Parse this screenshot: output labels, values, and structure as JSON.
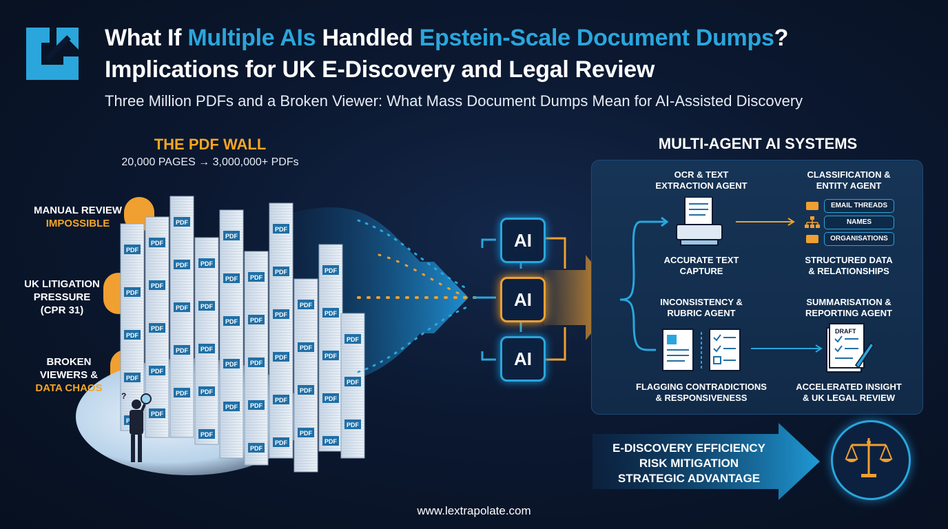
{
  "header": {
    "title_line1_a": "What If ",
    "title_line1_b": "Multiple AIs",
    "title_line1_c": " Handled ",
    "title_line1_d": "Epstein-Scale Document Dumps",
    "title_line1_e": "?",
    "title_line2": "Implications for UK E-Discovery and Legal Review",
    "subtitle": "Three Million PDFs and a Broken Viewer: What Mass Document Dumps Mean for AI-Assisted Discovery"
  },
  "pdf_wall": {
    "title": "THE PDF WALL",
    "subtitle": "20,000 PAGES → 3,000,000+ PDFs",
    "pdf_label": "PDF",
    "labels": [
      {
        "line1": "MANUAL REVIEW",
        "line2": "IMPOSSIBLE"
      },
      {
        "line1": "UK LITIGATION",
        "line2": "PRESSURE",
        "line3": "(CPR 31)"
      },
      {
        "line1": "BROKEN",
        "line2": "VIEWERS &",
        "line3": "DATA CHAOS"
      }
    ]
  },
  "ai_chips": [
    "AI",
    "AI",
    "AI"
  ],
  "multi_agent": {
    "title": "MULTI-AGENT AI SYSTEMS",
    "agents": [
      {
        "title1": "OCR & TEXT",
        "title2": "EXTRACTION AGENT",
        "cap1": "ACCURATE TEXT",
        "cap2": "CAPTURE"
      },
      {
        "title1": "CLASSIFICATION &",
        "title2": "ENTITY AGENT",
        "cap1": "STRUCTURED DATA",
        "cap2": "& RELATIONSHIPS"
      },
      {
        "title1": "INCONSISTENCY &",
        "title2": "RUBRIC AGENT",
        "cap1": "FLAGGING CONTRADICTIONS",
        "cap2": "& RESPONSIVENESS"
      },
      {
        "title1": "SUMMARISATION &",
        "title2": "REPORTING AGENT",
        "cap1": "ACCELERATED INSIGHT",
        "cap2": "& UK LEGAL REVIEW"
      }
    ],
    "entity_tags": [
      "EMAIL THREADS",
      "NAMES",
      "ORGANISATIONS"
    ],
    "draft_label": "DRAFT"
  },
  "outcome": {
    "lines": [
      "E-DISCOVERY EFFICIENCY",
      "RISK MITIGATION",
      "STRATEGIC ADVANTAGE"
    ]
  },
  "footer": {
    "website": "www.lextrapolate.com"
  },
  "colors": {
    "accent_blue": "#2aa6dc",
    "accent_orange": "#f5a623",
    "background": "#0b1830"
  },
  "icons": [
    "logo-icon",
    "scanner-icon",
    "folder-icon",
    "hierarchy-icon",
    "checklist-document-icon",
    "draft-pen-icon",
    "scales-of-justice-icon",
    "magnifier-person-icon"
  ]
}
